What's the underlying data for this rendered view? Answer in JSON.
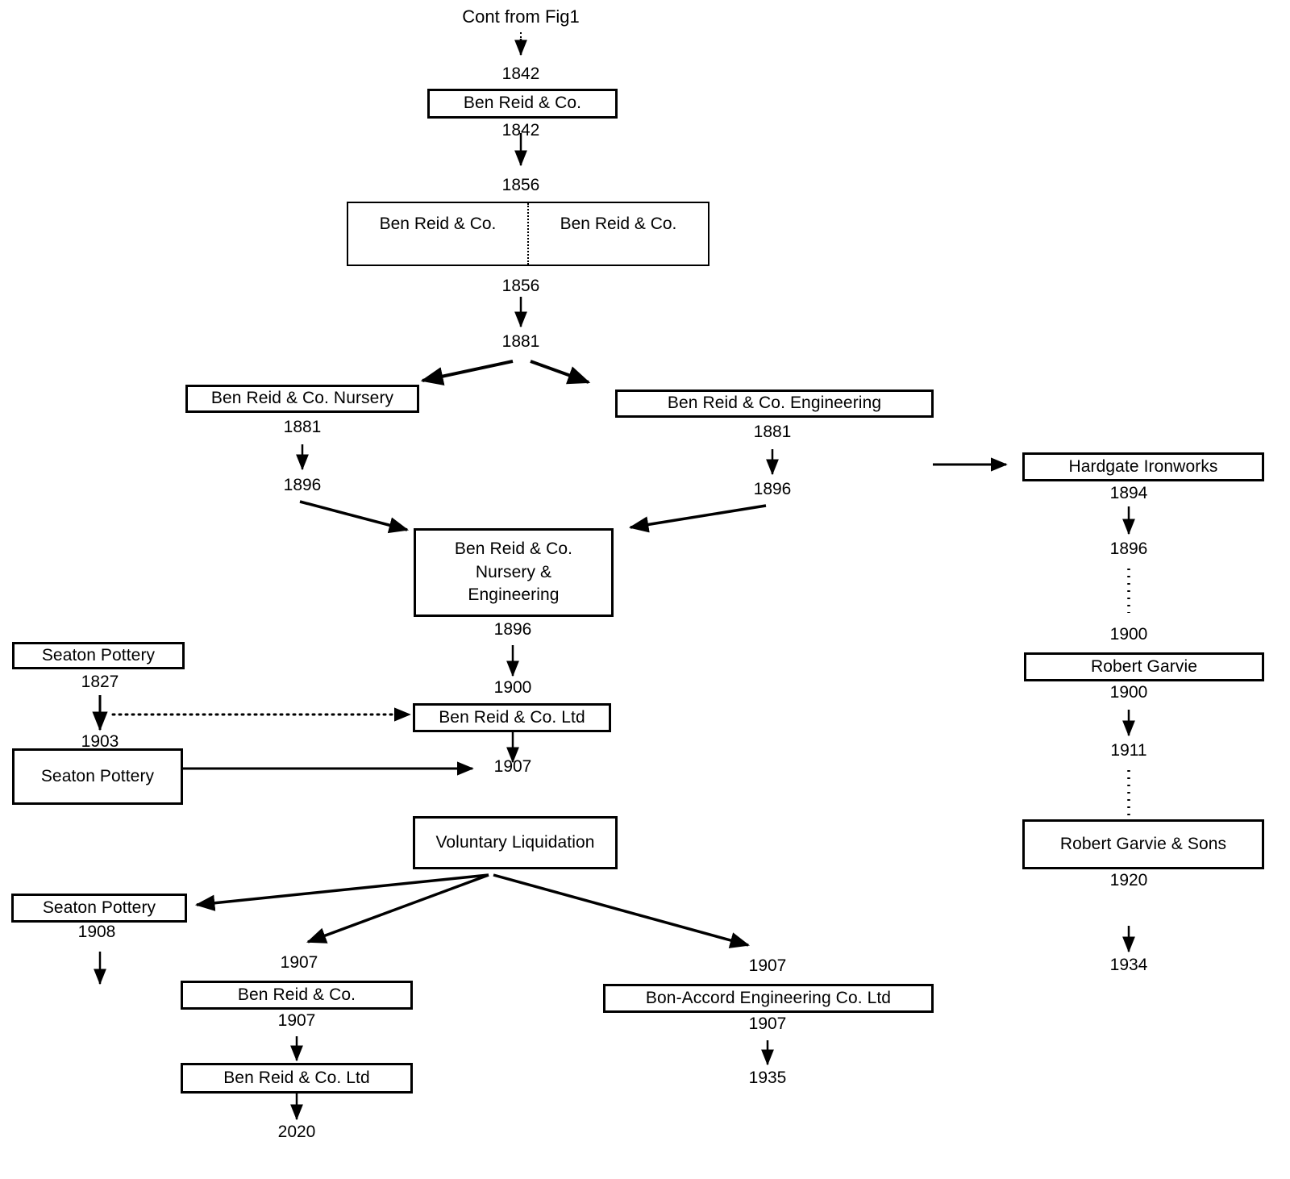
{
  "diagram": {
    "title": "Cont from Fig1",
    "type": "organisational-lineage-flowchart",
    "nodes": [
      {
        "id": "ben-reid-co-1842",
        "label": "Ben Reid & Co."
      },
      {
        "id": "ben-reid-co-split-left",
        "label": "Ben Reid & Co."
      },
      {
        "id": "ben-reid-co-split-right",
        "label": "Ben Reid & Co."
      },
      {
        "id": "ben-reid-nursery",
        "label": "Ben Reid & Co. Nursery"
      },
      {
        "id": "ben-reid-engineering",
        "label": "Ben Reid & Co. Engineering"
      },
      {
        "id": "ben-reid-nursery-eng-l1",
        "label": "Ben Reid & Co."
      },
      {
        "id": "ben-reid-nursery-eng-l2",
        "label": "Nursery &"
      },
      {
        "id": "ben-reid-nursery-eng-l3",
        "label": "Engineering"
      },
      {
        "id": "ben-reid-co-ltd-1900",
        "label": "Ben Reid & Co. Ltd"
      },
      {
        "id": "voluntary-liquidation",
        "label": "Voluntary Liquidation"
      },
      {
        "id": "seaton-pottery-1827",
        "label": "Seaton Pottery"
      },
      {
        "id": "seaton-pottery-1903",
        "label": "Seaton Pottery"
      },
      {
        "id": "seaton-pottery-1908",
        "label": "Seaton Pottery"
      },
      {
        "id": "ben-reid-co-1907",
        "label": "Ben Reid & Co."
      },
      {
        "id": "ben-reid-co-ltd-2020",
        "label": "Ben Reid & Co. Ltd"
      },
      {
        "id": "bon-accord",
        "label": "Bon-Accord Engineering Co. Ltd"
      },
      {
        "id": "hardgate-ironworks",
        "label": "Hardgate Ironworks"
      },
      {
        "id": "robert-garvie",
        "label": "Robert Garvie"
      },
      {
        "id": "robert-garvie-sons",
        "label": "Robert Garvie & Sons"
      }
    ],
    "year_labels": [
      {
        "id": "y-1842-top",
        "text": "1842"
      },
      {
        "id": "y-1842-below",
        "text": "1842"
      },
      {
        "id": "y-1856-above",
        "text": "1856"
      },
      {
        "id": "y-1856-below",
        "text": "1856"
      },
      {
        "id": "y-1881-center",
        "text": "1881"
      },
      {
        "id": "y-1881-nursery",
        "text": "1881"
      },
      {
        "id": "y-1881-eng",
        "text": "1881"
      },
      {
        "id": "y-1896-nursery",
        "text": "1896"
      },
      {
        "id": "y-1896-eng",
        "text": "1896"
      },
      {
        "id": "y-1896-center",
        "text": "1896"
      },
      {
        "id": "y-1900-center",
        "text": "1900"
      },
      {
        "id": "y-1907-center",
        "text": "1907"
      },
      {
        "id": "y-1827-seaton",
        "text": "1827"
      },
      {
        "id": "y-1903-seaton",
        "text": "1903"
      },
      {
        "id": "y-1908-seaton",
        "text": "1908"
      },
      {
        "id": "y-1907-benreid",
        "text": "1907"
      },
      {
        "id": "y-1907-benreid-2",
        "text": "1907"
      },
      {
        "id": "y-2020-benreid",
        "text": "2020"
      },
      {
        "id": "y-1907-bonaccord",
        "text": "1907"
      },
      {
        "id": "y-1907-bonaccord-2",
        "text": "1907"
      },
      {
        "id": "y-1935-bonaccord",
        "text": "1935"
      },
      {
        "id": "y-1894-hardgate",
        "text": "1894"
      },
      {
        "id": "y-1896-hardgate",
        "text": "1896"
      },
      {
        "id": "y-1900-garvie-a",
        "text": "1900"
      },
      {
        "id": "y-1900-garvie-b",
        "text": "1900"
      },
      {
        "id": "y-1911-garvie",
        "text": "1911"
      },
      {
        "id": "y-1920-garvie",
        "text": "1920"
      },
      {
        "id": "y-1934-garvie",
        "text": "1934"
      }
    ],
    "colors": {
      "stroke": "#000000",
      "fill": "#ffffff",
      "text": "#000000"
    }
  }
}
